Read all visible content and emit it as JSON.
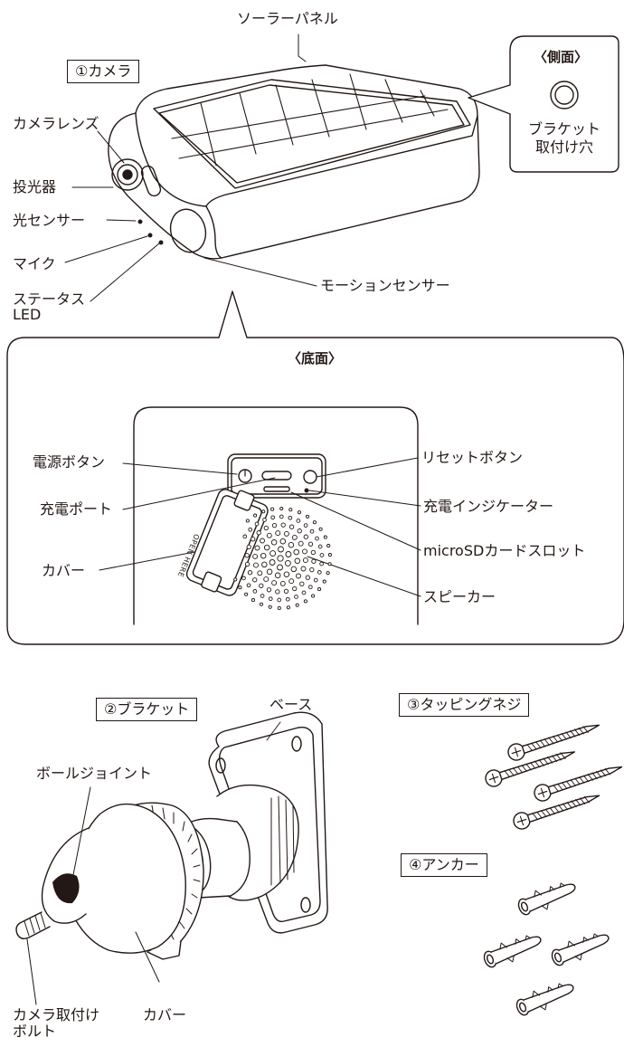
{
  "camera": {
    "section_label": "①カメラ",
    "solar_panel": "ソーラーパネル",
    "camera_lens": "カメラレンズ",
    "projector": "投光器",
    "light_sensor": "光センサー",
    "mic": "マイク",
    "status_led_line1": "ステータス",
    "status_led_line2": "LED",
    "motion_sensor": "モーションセンサー"
  },
  "side_view": {
    "title": "〈側面〉",
    "hole_label_line1": "ブラケット",
    "hole_label_line2": "取付け穴"
  },
  "bottom_view": {
    "title": "〈底面〉",
    "power_button": "電源ボタン",
    "charge_port": "充電ポート",
    "cover": "カバー",
    "reset_button": "リセットボタン",
    "charge_indicator": "充電インジケーター",
    "microsd_slot": "microSDカードスロット",
    "speaker": "スピーカー",
    "cover_print": "OPEN HERE"
  },
  "bracket": {
    "section_label": "②ブラケット",
    "base": "ベース",
    "ball_joint": "ボールジョイント",
    "mount_bolt_line1": "カメラ取付け",
    "mount_bolt_line2": "ボルト",
    "cover": "カバー"
  },
  "screws": {
    "section_label": "③タッピングネジ"
  },
  "anchors": {
    "section_label": "④アンカー"
  }
}
